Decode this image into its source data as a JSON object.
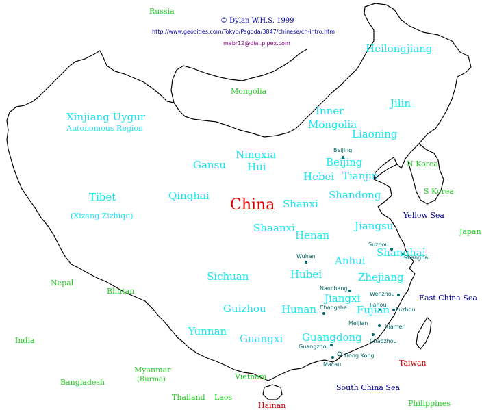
{
  "credits": {
    "author": "© Dylan W.H.S. 1999",
    "url": "http://www.geocities.com/Tokyo/Pagoda/3847/chinese/ch-intro.htm",
    "email": "mabr12@dial.pipex.com"
  },
  "title": "China",
  "provinces": {
    "heilongjiang": "Heilongjiang",
    "jilin": "Jilin",
    "liaoning": "Liaoning",
    "inner_mongolia_1": "Inner",
    "inner_mongolia_2": "Mongolia",
    "xinjiang": "Xinjiang Uygur",
    "xinjiang_sub": "Autonomous Region",
    "ningxia_1": "Ningxia",
    "ningxia_2": "Hui",
    "gansu": "Gansu",
    "beijing": "Beijing",
    "tianjin": "Tianjin",
    "hebei": "Hebei",
    "tibet": "Tibet",
    "tibet_sub": "(Xizang Zizhiqu)",
    "qinghai": "Qinghai",
    "shanxi": "Shanxi",
    "shandong": "Shandong",
    "shaanxi": "Shaanxi",
    "henan": "Henan",
    "jiangsu": "Jiangsu",
    "shanghai": "Shanghai",
    "anhui": "Anhui",
    "sichuan": "Sichuan",
    "hubei": "Hubei",
    "zhejiang": "Zhejiang",
    "jiangxi": "Jiangxi",
    "fujian": "Fujian",
    "guizhou": "Guizhou",
    "hunan": "Hunan",
    "yunnan": "Yunnan",
    "guangxi": "Guangxi",
    "guangdong": "Guangdong"
  },
  "cities": {
    "beijing": "Beijing",
    "suzhou": "Suzhou",
    "shanghai": "Shanghai",
    "wuhan": "Wuhan",
    "nanchang": "Nanchang",
    "wenzhou": "Wenzhou",
    "changsha": "Changsha",
    "jianou": "Jianou",
    "fuzhou": "Fuzhou",
    "meijian": "Meijian",
    "xiamen": "Xiamen",
    "chaozhou": "Chaozhou",
    "guangzhou": "Guangzhou",
    "hong_kong": "Hong Kong",
    "macau": "Macau"
  },
  "neighbours": {
    "russia": "Russia",
    "mongolia": "Mongolia",
    "n_korea": "N Korea",
    "s_korea": "S Korea",
    "japan": "Japan",
    "nepal": "Nepal",
    "bhutan": "Bhutan",
    "india": "India",
    "myanmar": "Myanmar",
    "burma": "(Burma)",
    "bangladesh": "Bangladesh",
    "vietnam": "Vietnam",
    "thailand": "Thailand",
    "laos": "Laos",
    "philippines": "Philippines"
  },
  "seas": {
    "yellow_sea": "Yellow Sea",
    "east_china_sea": "East China Sea",
    "south_china_sea": "South China Sea"
  },
  "islands": {
    "taiwan": "Taiwan",
    "hainan": "Hainan"
  },
  "colors": {
    "province": "#19e6f2",
    "neighbour": "#22cc22",
    "sea": "#000099",
    "island": "#cc0000",
    "city": "#006666",
    "title": "#dd0000"
  }
}
